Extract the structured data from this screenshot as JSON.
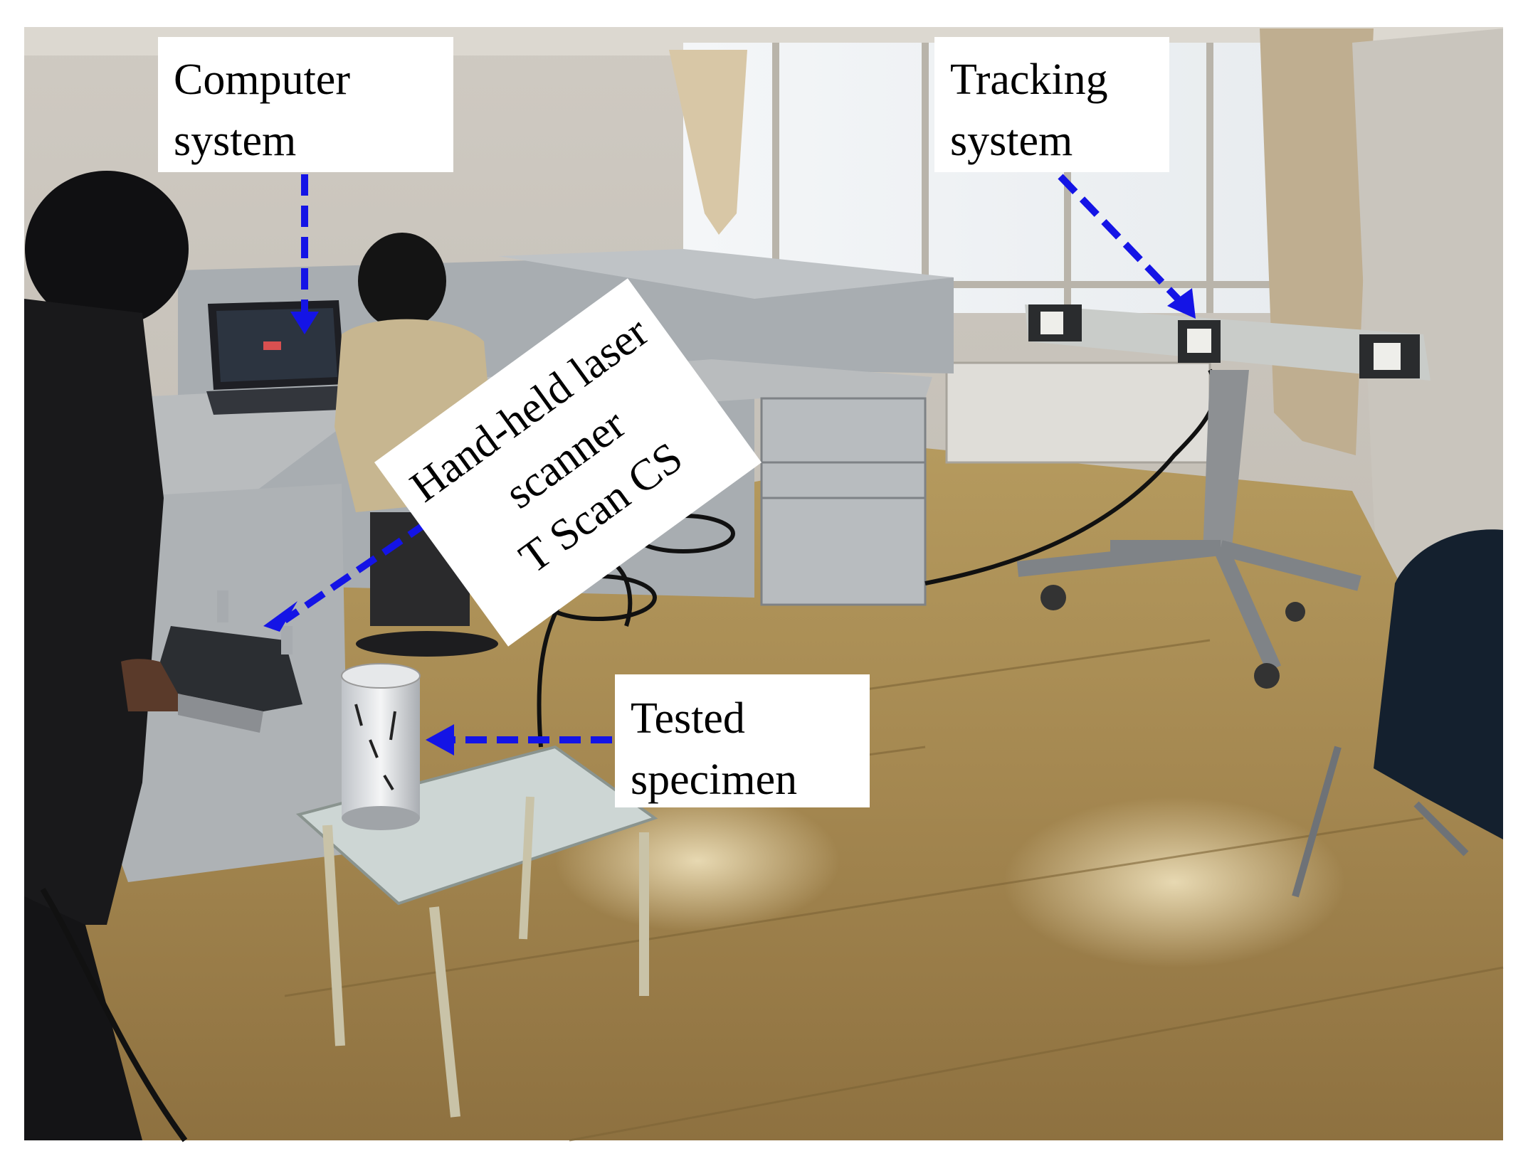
{
  "figure": {
    "photo_description_icon": "lab-photo-with-laser-scanner-setup",
    "arrow_color": "#1414e6",
    "callouts": {
      "computer_system": {
        "line1": "Computer",
        "line2": "system"
      },
      "tracking_system": {
        "line1": "Tracking",
        "line2": "system"
      },
      "hand_held_scanner": {
        "line1": "Hand-held  laser",
        "line2": "scanner",
        "line3": "T Scan CS"
      },
      "tested_specimen": {
        "line1": "Tested",
        "line2": "specimen"
      }
    }
  }
}
